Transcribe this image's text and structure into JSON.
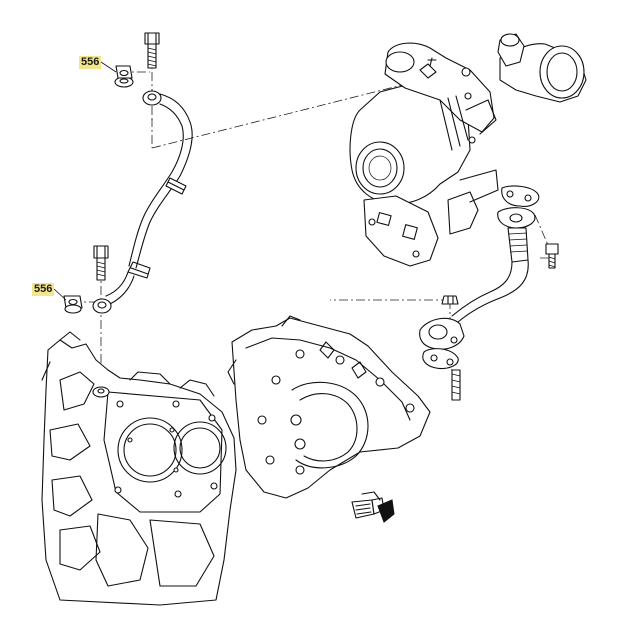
{
  "callouts": [
    {
      "id": "top",
      "label": "556"
    },
    {
      "id": "mid",
      "label": "556"
    }
  ],
  "colors": {
    "callout_highlight": "#f2e58a",
    "line": "#111111",
    "background": "#ffffff"
  }
}
